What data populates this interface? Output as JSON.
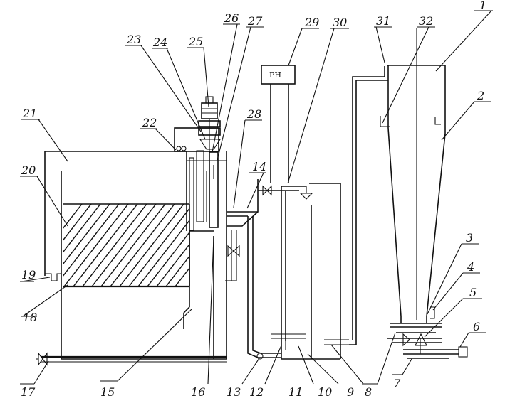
{
  "diagram": {
    "ph_label": "PH",
    "callouts": [
      "1",
      "2",
      "3",
      "4",
      "5",
      "6",
      "7",
      "8",
      "9",
      "10",
      "11",
      "12",
      "13",
      "14",
      "15",
      "16",
      "17",
      "18",
      "19",
      "20",
      "21",
      "22",
      "23",
      "24",
      "25",
      "26",
      "27",
      "28",
      "29",
      "30",
      "31",
      "32"
    ]
  },
  "colors": {
    "ink": "#111111",
    "paper": "#ffffff"
  }
}
